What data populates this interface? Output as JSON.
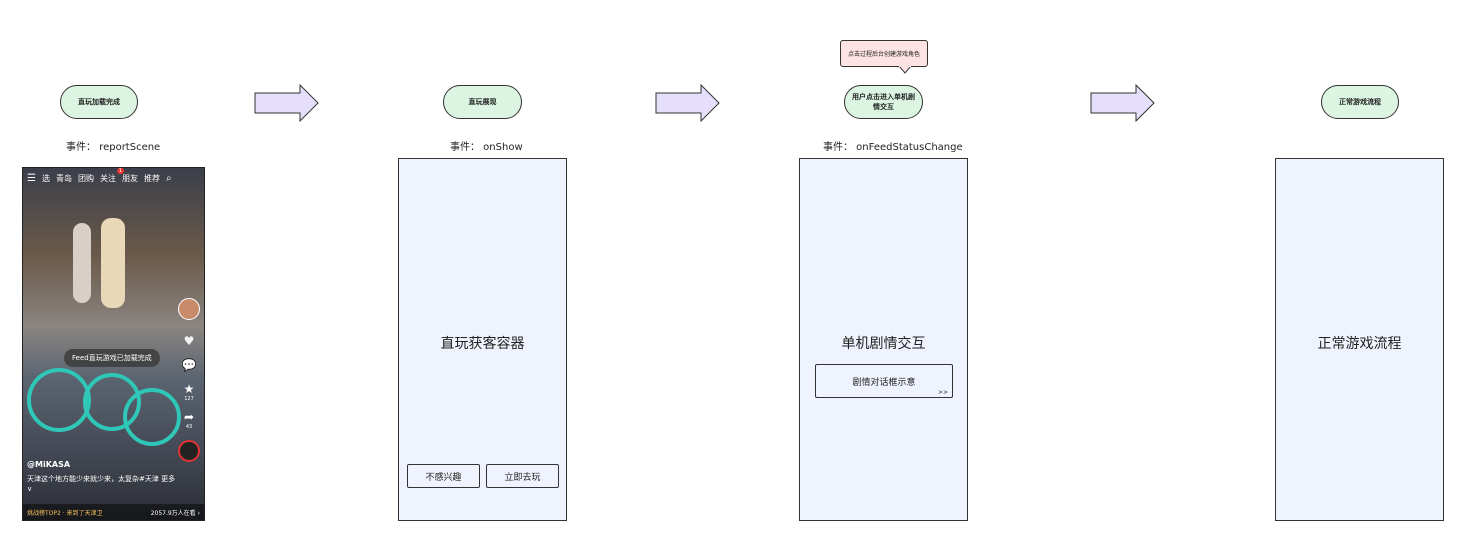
{
  "stages": [
    {
      "pill": "直玩加载完成",
      "event": "事件： reportScene"
    },
    {
      "pill": "直玩展现",
      "event": "事件： onShow"
    },
    {
      "pill": "用户点击进入单机剧情交互",
      "event": "事件： onFeedStatusChange"
    },
    {
      "pill": "正常游戏流程",
      "event": ""
    }
  ],
  "callout": "点击过程后台创建游戏角色",
  "panels": {
    "p2": {
      "title": "直玩获客容器",
      "btn_left": "不感兴趣",
      "btn_right": "立即去玩"
    },
    "p3": {
      "title": "单机剧情交互",
      "dialog": "剧情对话框示意",
      "dialog_more": ">>"
    },
    "p4": {
      "title": "正常游戏流程"
    }
  },
  "phone": {
    "tabs": [
      "选",
      "青岛",
      "团购",
      "关注",
      "朋友",
      "推荐"
    ],
    "badge": "1",
    "toast": "Feed直玩游戏已加载完成",
    "handle": "@MiKASA",
    "caption": "天津这个地方能少来就少来，太复杂#天津 更多∨",
    "bottom_left": "挑战榜TOP2 · 来到了天津卫",
    "bottom_right": "2057.9万人在看 ›",
    "side_counts": [
      "",
      "",
      "",
      "127",
      "43"
    ]
  },
  "colors": {
    "pill": "#dcf5e3",
    "arrow": "#e6dffb",
    "panel": "#eff3fd",
    "callout": "#fde3e3"
  }
}
